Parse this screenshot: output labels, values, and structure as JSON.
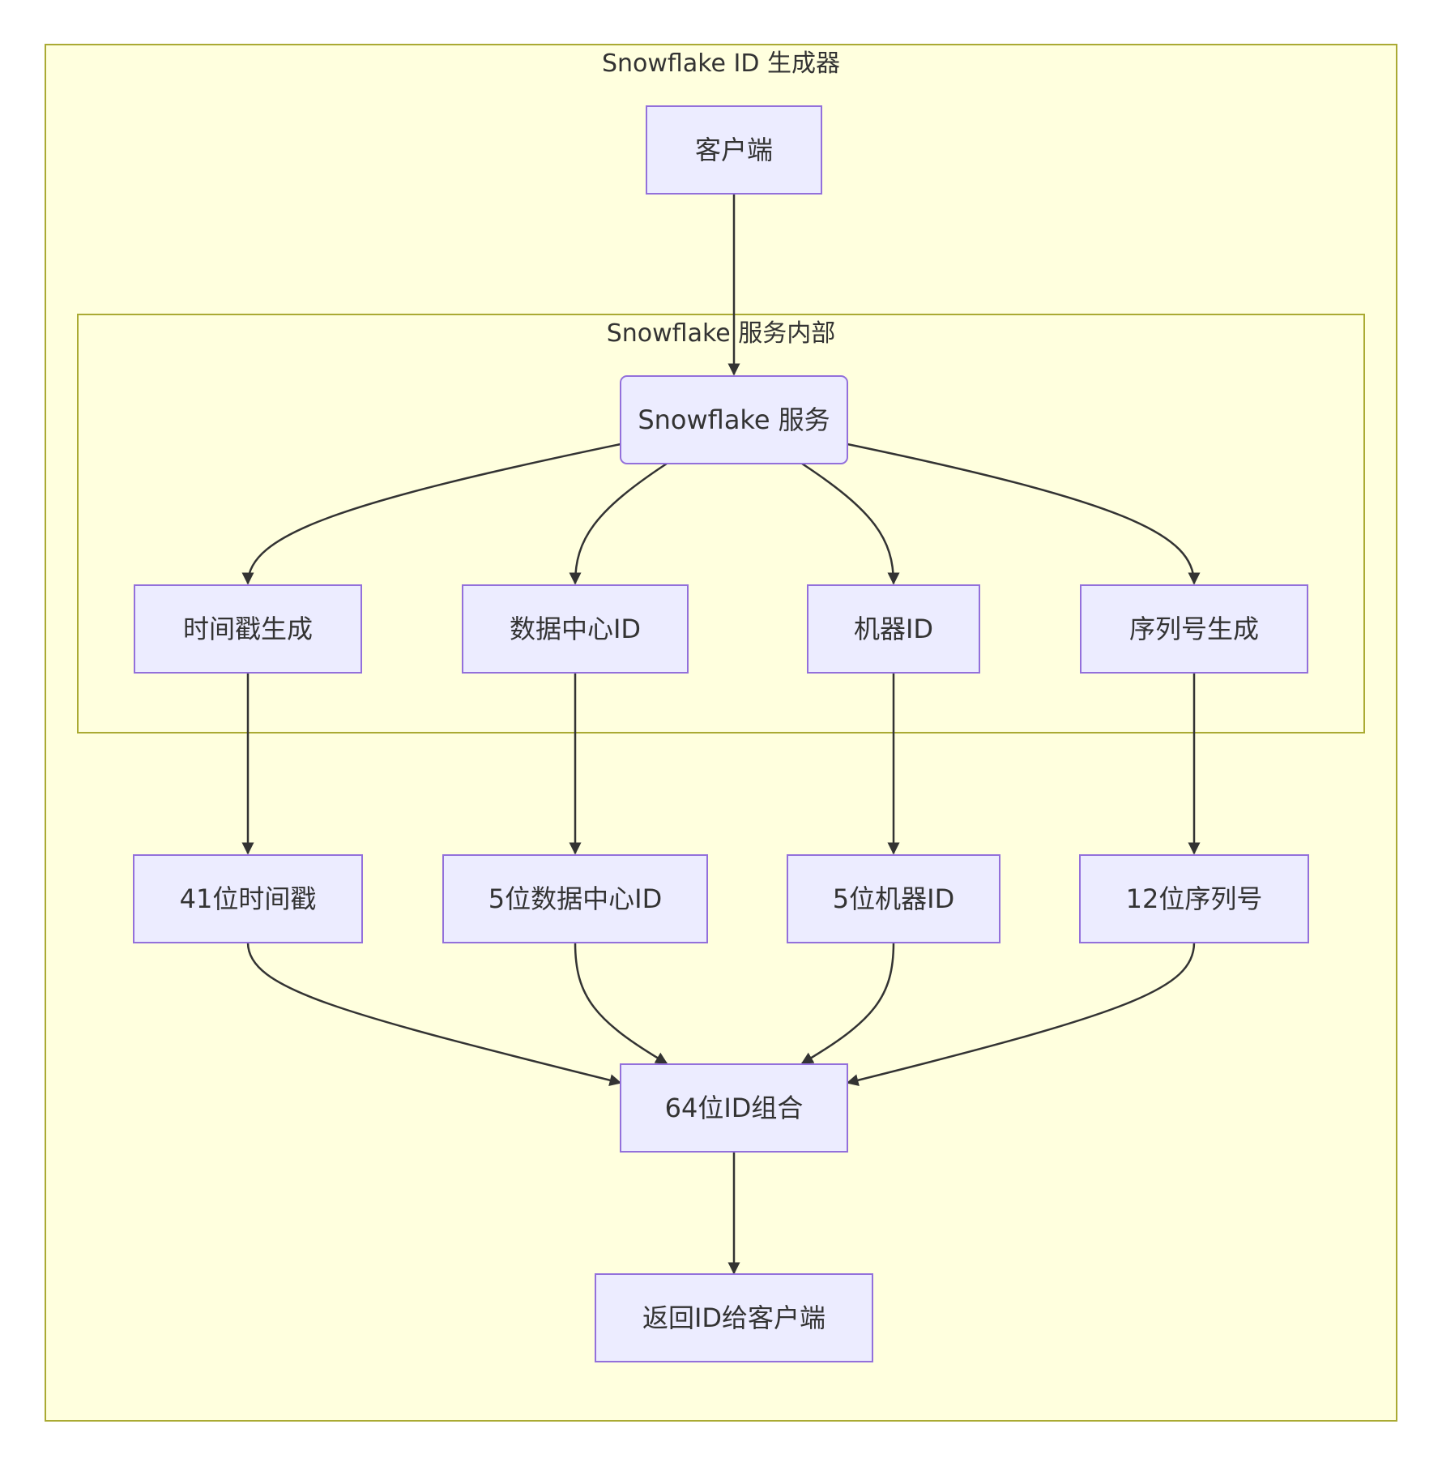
{
  "colors": {
    "cluster_fill": "#ffffde",
    "cluster_border": "#aaaa33",
    "node_fill": "#ececff",
    "node_border": "#9370db",
    "text": "#333333",
    "edge": "#333333"
  },
  "clusters": {
    "outer": {
      "label": "Snowflake ID 生成器"
    },
    "inner": {
      "label": "Snowflake 服务内部"
    }
  },
  "nodes": {
    "client": {
      "label": "客户端"
    },
    "service": {
      "label": "Snowflake 服务"
    },
    "timestamp_gen": {
      "label": "时间戳生成"
    },
    "datacenter_id": {
      "label": "数据中心ID"
    },
    "machine_id": {
      "label": "机器ID"
    },
    "sequence_gen": {
      "label": "序列号生成"
    },
    "timestamp_41": {
      "label": "41位时间戳"
    },
    "datacenter_5": {
      "label": "5位数据中心ID"
    },
    "machine_5": {
      "label": "5位机器ID"
    },
    "sequence_12": {
      "label": "12位序列号"
    },
    "combine_64": {
      "label": "64位ID组合"
    },
    "return_id": {
      "label": "返回ID给客户端"
    }
  },
  "edges": [
    {
      "from": "客户端",
      "to": "Snowflake 服务"
    },
    {
      "from": "Snowflake 服务",
      "to": "时间戳生成"
    },
    {
      "from": "Snowflake 服务",
      "to": "数据中心ID"
    },
    {
      "from": "Snowflake 服务",
      "to": "机器ID"
    },
    {
      "from": "Snowflake 服务",
      "to": "序列号生成"
    },
    {
      "from": "时间戳生成",
      "to": "41位时间戳"
    },
    {
      "from": "数据中心ID",
      "to": "5位数据中心ID"
    },
    {
      "from": "机器ID",
      "to": "5位机器ID"
    },
    {
      "from": "序列号生成",
      "to": "12位序列号"
    },
    {
      "from": "41位时间戳",
      "to": "64位ID组合"
    },
    {
      "from": "5位数据中心ID",
      "to": "64位ID组合"
    },
    {
      "from": "5位机器ID",
      "to": "64位ID组合"
    },
    {
      "from": "12位序列号",
      "to": "64位ID组合"
    },
    {
      "from": "64位ID组合",
      "to": "返回ID给客户端"
    }
  ]
}
